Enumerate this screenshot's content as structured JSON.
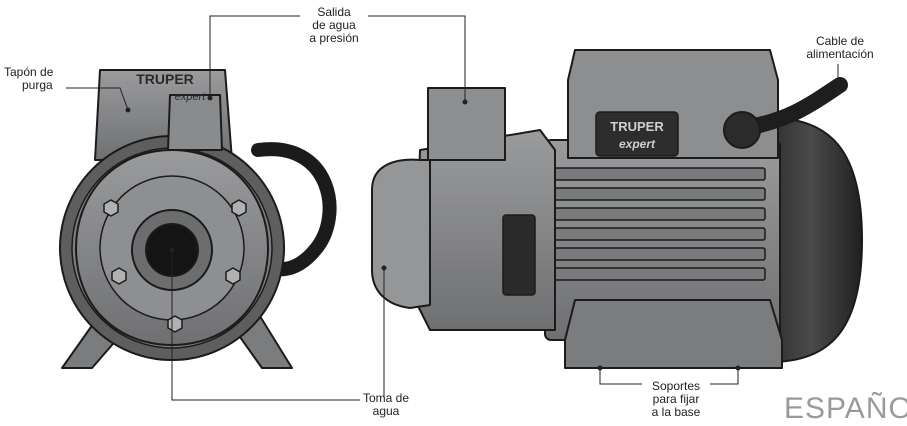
{
  "labels": {
    "tapon": [
      "Tapón de",
      "purga"
    ],
    "salida": [
      "Salida",
      "de agua",
      "a presión"
    ],
    "cable": [
      "Cable de",
      "alimentación"
    ],
    "toma": [
      "Toma de",
      "agua"
    ],
    "soportes": [
      "Soportes",
      "para fijar",
      "a la base"
    ]
  },
  "brand": {
    "name": "TRUPER",
    "model": "expert"
  },
  "footer": "ESPAÑOL",
  "colors": {
    "body": "#8a8b8d",
    "body_dark": "#5e5f61",
    "outline": "#1b1b1b",
    "cable": "#1e1e1e",
    "motor_cap": "#3a3a3a"
  }
}
